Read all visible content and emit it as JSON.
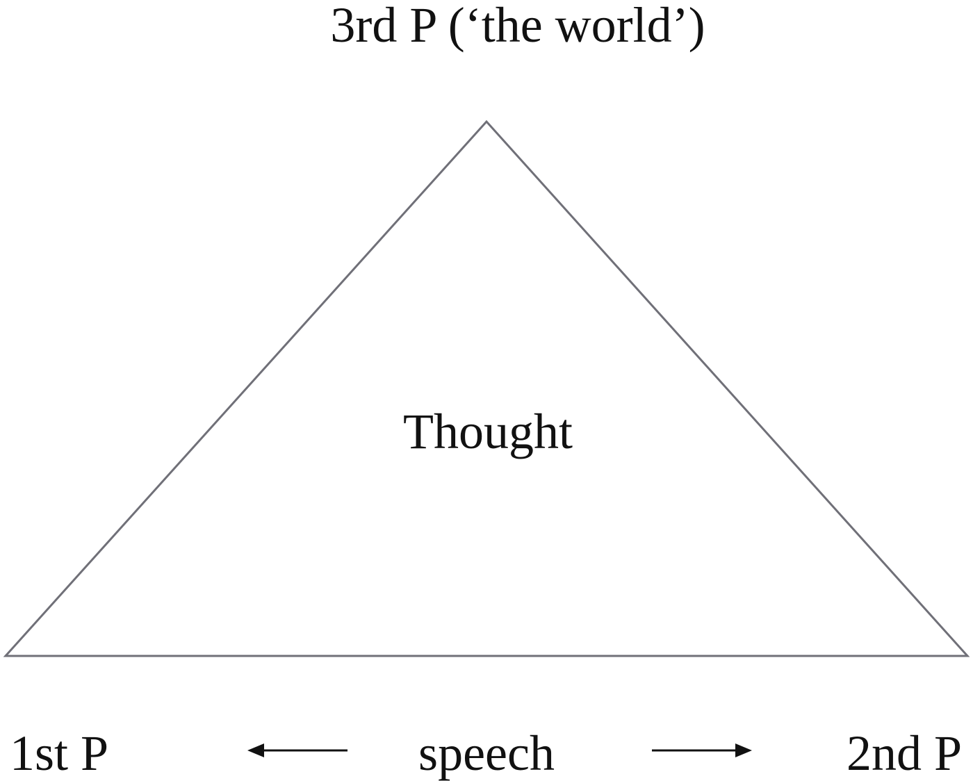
{
  "labels": {
    "top": "3rd P (‘the world’)",
    "center": "Thought",
    "bottom_left": "1st P",
    "bottom_center": "speech",
    "bottom_right": "2nd P"
  },
  "colors": {
    "triangle_stroke": "#707078",
    "text": "#111111",
    "arrow": "#111111"
  }
}
